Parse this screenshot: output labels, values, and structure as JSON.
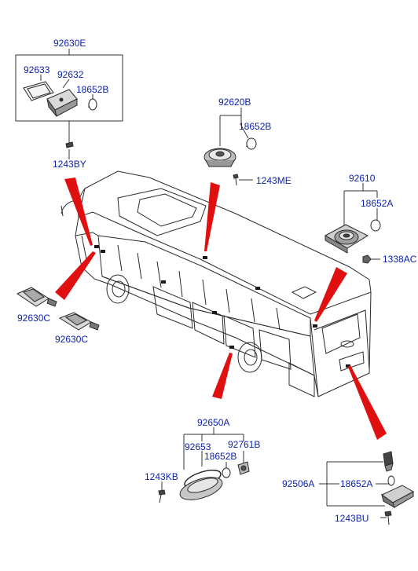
{
  "diagram": {
    "parts": {
      "p92630E": "92630E",
      "p92633": "92633",
      "p92632": "92632",
      "p18652B_top": "18652B",
      "p1243BY": "1243BY",
      "p92620B": "92620B",
      "p18652B_mid": "18652B",
      "p1243ME": "1243ME",
      "p92610": "92610",
      "p18652A_right": "18652A",
      "p1338AC": "1338AC",
      "p92630C_a": "92630C",
      "p92630C_b": "92630C",
      "p92650A": "92650A",
      "p92653": "92653",
      "p92761B": "92761B",
      "p18652B_bot": "18652B",
      "p1243KB": "1243KB",
      "p92506A": "92506A",
      "p18652A_bot": "18652A",
      "p1243BU": "1243BU"
    },
    "colors": {
      "label": "#0a1fa8",
      "line": "#333333",
      "pointer": "#e01010"
    }
  }
}
